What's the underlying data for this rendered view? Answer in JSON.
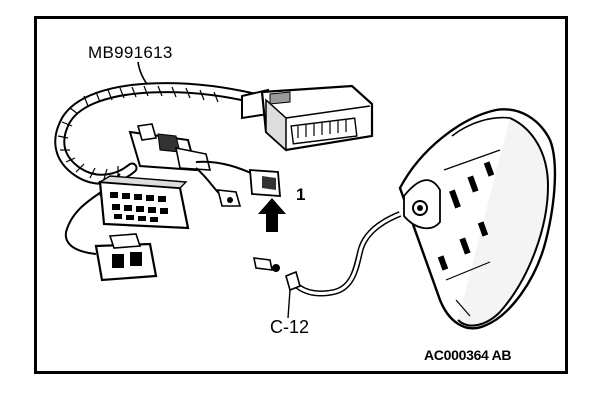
{
  "labels": {
    "tool": "MB991613",
    "callout": "1",
    "connector": "C-12",
    "figure_id": "AC000364 AB"
  },
  "colors": {
    "ink": "#000000",
    "paper": "#ffffff",
    "shade": "#9a9a9a",
    "dark_shade": "#333333"
  },
  "icons": {
    "direction_arrow": "arrow-up-icon"
  }
}
